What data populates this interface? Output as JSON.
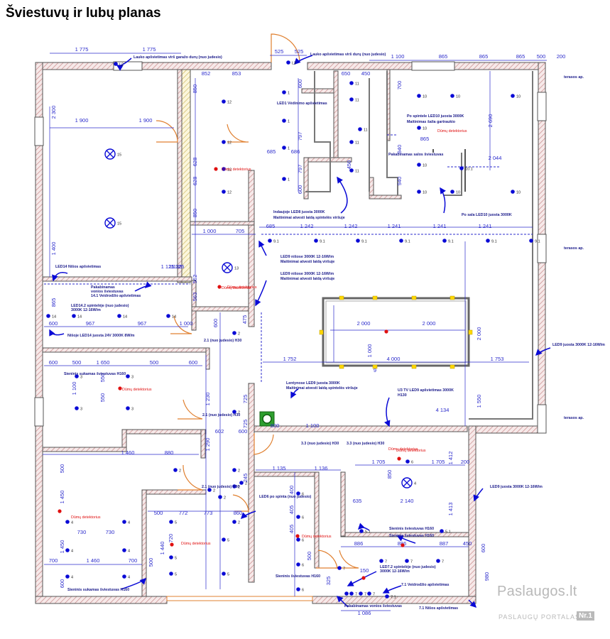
{
  "title": "Šviestuvų ir lubų planas",
  "colors": {
    "wall": "#555555",
    "hatch": "#c98a8a",
    "dim": "#2b2bcc",
    "fixture": "#0a0ad6",
    "detector": "#e01010",
    "led": "#e8a020",
    "door": "#e08030",
    "yellow": "#ffd800"
  },
  "watermark": {
    "brand": "Paslaugos.lt",
    "sub": "PASLAUGŲ PORTALAS",
    "badge": "Nr.1"
  },
  "dims": [
    {
      "t": "1 775"
    },
    {
      "t": "1 775"
    },
    {
      "t": "525"
    },
    {
      "t": "525"
    },
    {
      "t": "1 100"
    },
    {
      "t": "865"
    },
    {
      "t": "865"
    },
    {
      "t": "865"
    },
    {
      "t": "500"
    },
    {
      "t": "200"
    },
    {
      "t": "852"
    },
    {
      "t": "853"
    },
    {
      "t": "650"
    },
    {
      "t": "450"
    },
    {
      "t": "2 300"
    },
    {
      "t": "1 900"
    },
    {
      "t": "1 900"
    },
    {
      "t": "850"
    },
    {
      "t": "1 125"
    },
    {
      "t": "628"
    },
    {
      "t": "628"
    },
    {
      "t": "850"
    },
    {
      "t": "600"
    },
    {
      "t": "797"
    },
    {
      "t": "797"
    },
    {
      "t": "600"
    },
    {
      "t": "685"
    },
    {
      "t": "686"
    },
    {
      "t": "450"
    },
    {
      "t": "700"
    },
    {
      "t": "2 690"
    },
    {
      "t": "940"
    },
    {
      "t": "940"
    },
    {
      "t": "865"
    },
    {
      "t": "2 044"
    },
    {
      "t": "1 400"
    },
    {
      "t": "1 000"
    },
    {
      "t": "705"
    },
    {
      "t": "685"
    },
    {
      "t": "1 242"
    },
    {
      "t": "1 242"
    },
    {
      "t": "1 241"
    },
    {
      "t": "1 241"
    },
    {
      "t": "1 241"
    },
    {
      "t": "1 125"
    },
    {
      "t": "1 135"
    },
    {
      "t": "562"
    },
    {
      "t": "563"
    },
    {
      "t": "865"
    },
    {
      "t": "600"
    },
    {
      "t": "967"
    },
    {
      "t": "967"
    },
    {
      "t": "1 000"
    },
    {
      "t": "600"
    },
    {
      "t": "475"
    },
    {
      "t": "2 000"
    },
    {
      "t": "2 000"
    },
    {
      "t": "1 000"
    },
    {
      "t": "2 000"
    },
    {
      "t": "600"
    },
    {
      "t": "500"
    },
    {
      "t": "1 650"
    },
    {
      "t": "500"
    },
    {
      "t": "600"
    },
    {
      "t": "1 752"
    },
    {
      "t": "4 000"
    },
    {
      "t": "1 753"
    },
    {
      "t": "1 100"
    },
    {
      "t": "550"
    },
    {
      "t": "550"
    },
    {
      "t": "1 230"
    },
    {
      "t": "725"
    },
    {
      "t": "4 134"
    },
    {
      "t": "1 550"
    },
    {
      "t": "725"
    },
    {
      "t": "602"
    },
    {
      "t": "600"
    },
    {
      "t": "800"
    },
    {
      "t": "1 100"
    },
    {
      "t": "1 460"
    },
    {
      "t": "880"
    },
    {
      "t": "1 412"
    },
    {
      "t": "1 705"
    },
    {
      "t": "1 705"
    },
    {
      "t": "200"
    },
    {
      "t": "850"
    },
    {
      "t": "1 290"
    },
    {
      "t": "1 135"
    },
    {
      "t": "1 136"
    },
    {
      "t": "500"
    },
    {
      "t": "245"
    },
    {
      "t": "400"
    },
    {
      "t": "1 450"
    },
    {
      "t": "1 413"
    },
    {
      "t": "635"
    },
    {
      "t": "2 140"
    },
    {
      "t": "500"
    },
    {
      "t": "772"
    },
    {
      "t": "773"
    },
    {
      "t": "860"
    },
    {
      "t": "730"
    },
    {
      "t": "730"
    },
    {
      "t": "720"
    },
    {
      "t": "405"
    },
    {
      "t": "405"
    },
    {
      "t": "1 450"
    },
    {
      "t": "1 440"
    },
    {
      "t": "500"
    },
    {
      "t": "886"
    },
    {
      "t": "886"
    },
    {
      "t": "887"
    },
    {
      "t": "450"
    },
    {
      "t": "700"
    },
    {
      "t": "1 460"
    },
    {
      "t": "700"
    },
    {
      "t": "600"
    },
    {
      "t": "150"
    },
    {
      "t": "600"
    },
    {
      "t": "980"
    },
    {
      "t": "325"
    },
    {
      "t": "1 086"
    },
    {
      "t": "500"
    },
    {
      "t": "9"
    }
  ],
  "labels": [
    {
      "t": "Lauko apšvietimas virš garažo durų (nuo judesio)"
    },
    {
      "t": "Lauko apšvietimas virš durų (nuo judesio)"
    },
    {
      "t": "LED1 Vėdinimo apšvietimas"
    },
    {
      "t": "Po spintele LED10 juosta 3000K"
    },
    {
      "t": "Maitinimas šalia gartraukio"
    },
    {
      "t": "Dūmų detektorius"
    },
    {
      "t": "Pakabinamas salos šviestuvas"
    },
    {
      "t": "Indaujoje LED8 juosta 3000K"
    },
    {
      "t": "Maitinimai atvesti laidą spintelės viršuje"
    },
    {
      "t": "Po sala LED10 juosta 3000K"
    },
    {
      "t": "Dūmų detektorius"
    },
    {
      "t": "LED9 nišose 3000K 12-16W/m"
    },
    {
      "t": "Maitinimai atvesti laidą viršuje"
    },
    {
      "t": "LED9 nišose 3000K 12-16W/m"
    },
    {
      "t": "Maitinimai atvesti laidą viršuje"
    },
    {
      "t": "LED14 Nišos apšvietimas"
    },
    {
      "t": "Pakabinamas"
    },
    {
      "t": "vonios šviestuvas"
    },
    {
      "t": "14.1 Veidrodžio apšvietimas"
    },
    {
      "t": "LED14.2 spintelėje (nuo judesio)"
    },
    {
      "t": "3000K 12-16W/m"
    },
    {
      "t": "Nišoje LED14 juosta 24V 3000K 8W/m"
    },
    {
      "t": "Dūmų detektorius"
    },
    {
      "t": "2.1 (nuo judesio) H30"
    },
    {
      "t": "Dūmų detektorius"
    },
    {
      "t": "Sieninis sukamas šviestuvas H160"
    },
    {
      "t": "Dūmų detektorius"
    },
    {
      "t": "Lentynose LED9 juosta 3000K"
    },
    {
      "t": "Maitinimai atvesti laidą spintelės viršuje"
    },
    {
      "t": "U3 TV LED9 apšvietimas 3000K"
    },
    {
      "t": "H130"
    },
    {
      "t": "LED9 juosta 3000K 12-16W/m"
    },
    {
      "t": "2.1 (nuo judesio) H30"
    },
    {
      "t": "3.3 (nuo judesio) H30"
    },
    {
      "t": "3.3 (nuo judesio) H30"
    },
    {
      "t": "Dūmų detektorius"
    },
    {
      "t": "LED9 juosta 3000K 12-16W/m"
    },
    {
      "t": "2.1 (nuo judesio) H30"
    },
    {
      "t": "LED6 po spinta (nuo judesio)"
    },
    {
      "t": "Dūmų detektorius"
    },
    {
      "t": "Sieninis šviestuvas H160"
    },
    {
      "t": "Sieninis šviestuvas H160"
    },
    {
      "t": "Dūmų detektorius"
    },
    {
      "t": "Dūmų detektorius"
    },
    {
      "t": "Dūmų detektorius"
    },
    {
      "t": "Sieninis šviestuvas H160"
    },
    {
      "t": "LED7.2 spintelėje (nuo judesio)"
    },
    {
      "t": "3000K 12-16W/m"
    },
    {
      "t": "7.1 Veidrodžio apšvietimas"
    },
    {
      "t": "Sieninis sukamas šviestuvas H160"
    },
    {
      "t": "Pakabinamas vonios šviestuvas"
    },
    {
      "t": "7.1 Nišos apšvietimas"
    },
    {
      "t": "terasos ap."
    },
    {
      "t": "terasos ap."
    },
    {
      "t": "terasos ap."
    }
  ],
  "fixtures": [
    {
      "n": "L2"
    },
    {
      "n": "L2"
    },
    {
      "n": "12"
    },
    {
      "n": "12"
    },
    {
      "n": "12"
    },
    {
      "n": "12"
    },
    {
      "n": "1"
    },
    {
      "n": "1"
    },
    {
      "n": "1"
    },
    {
      "n": "1"
    },
    {
      "n": "11"
    },
    {
      "n": "11"
    },
    {
      "n": "11"
    },
    {
      "n": "11"
    },
    {
      "n": "11"
    },
    {
      "n": "10"
    },
    {
      "n": "10"
    },
    {
      "n": "10"
    },
    {
      "n": "10"
    },
    {
      "n": "10"
    },
    {
      "n": "10"
    },
    {
      "n": "10"
    },
    {
      "n": "10"
    },
    {
      "n": "10.1"
    },
    {
      "n": "9.1"
    },
    {
      "n": "9.1"
    },
    {
      "n": "9.1"
    },
    {
      "n": "9.1"
    },
    {
      "n": "9.1"
    },
    {
      "n": "9.1"
    },
    {
      "n": "9.1"
    },
    {
      "n": "14"
    },
    {
      "n": "14"
    },
    {
      "n": "14"
    },
    {
      "n": "14"
    },
    {
      "n": "2"
    },
    {
      "n": "2"
    },
    {
      "n": "3"
    },
    {
      "n": "3"
    },
    {
      "n": "3"
    },
    {
      "n": "3"
    },
    {
      "n": "2"
    },
    {
      "n": "2"
    },
    {
      "n": "2"
    },
    {
      "n": "2"
    },
    {
      "n": "4"
    },
    {
      "n": "4"
    },
    {
      "n": "4"
    },
    {
      "n": "4"
    },
    {
      "n": "4"
    },
    {
      "n": "4"
    },
    {
      "n": "5"
    },
    {
      "n": "5"
    },
    {
      "n": "5"
    },
    {
      "n": "5"
    },
    {
      "n": "5"
    },
    {
      "n": "6"
    },
    {
      "n": "6"
    },
    {
      "n": "6"
    },
    {
      "n": "6"
    },
    {
      "n": "6"
    },
    {
      "n": "7"
    },
    {
      "n": "7"
    },
    {
      "n": "7"
    },
    {
      "n": "7"
    },
    {
      "n": "7"
    },
    {
      "n": "7"
    },
    {
      "n": "7"
    },
    {
      "n": "7.1"
    },
    {
      "n": "7"
    },
    {
      "n": "5.1"
    },
    {
      "n": "5.1"
    },
    {
      "n": "2"
    },
    {
      "n": "2"
    },
    {
      "n": "2"
    },
    {
      "n": "6"
    }
  ],
  "big_fixtures": [
    {
      "n": "15"
    },
    {
      "n": "15"
    },
    {
      "n": "13"
    },
    {
      "n": "4"
    }
  ]
}
